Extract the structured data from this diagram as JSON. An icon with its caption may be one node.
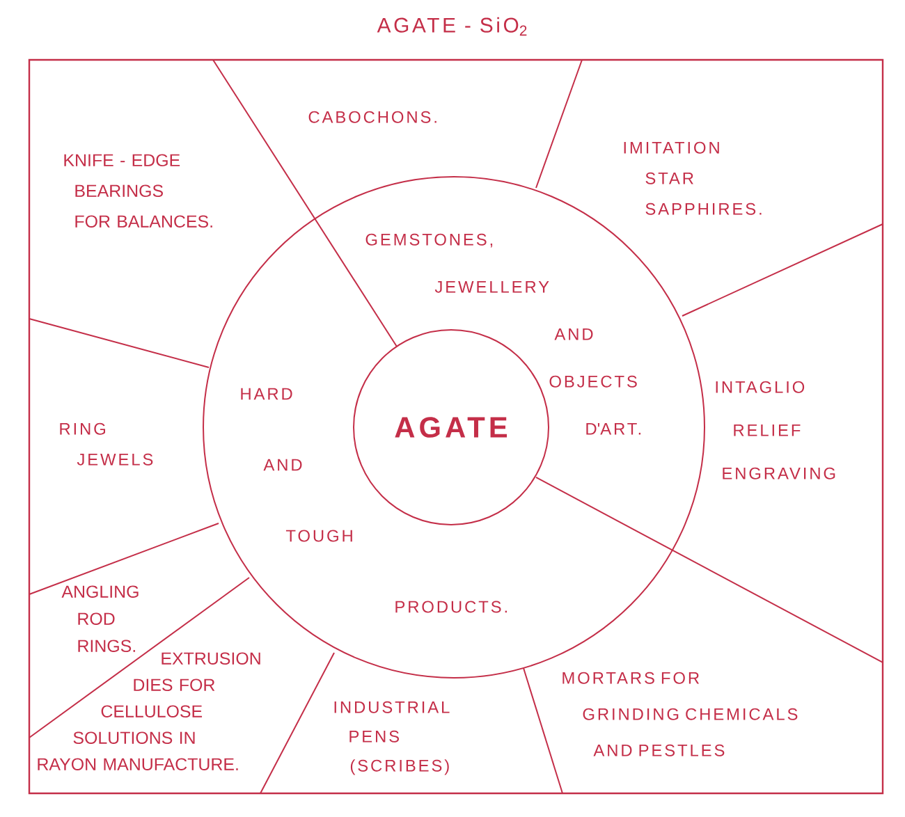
{
  "diagram": {
    "title": "AGATE - SiO$_{2}$",
    "nodes": [
      {
        "text": [
          "AGATE"
        ]
      },
      {
        "text": [
          "GEMSTONES, JEWELLERY AND OBJECTS D'ART."
        ]
      },
      {
        "text": [
          "HARD AND TOUGH PRODUCTS."
        ]
      },
      {
        "text": [
          "CABOCHONS."
        ]
      },
      {
        "text": [
          "KNIFE - EDGE BEARINGS FOR BALANCES."
        ]
      },
      {
        "text": [
          "IMITATION STAR SAPPHIRES."
        ]
      },
      {
        "text": [
          "INTAGLIO RELIEF ENGRAVING"
        ]
      },
      {
        "text": [
          "RING JEWELS"
        ]
      },
      {
        "text": [
          "ANGLING ROD RINGS."
        ]
      },
      {
        "text": [
          "EXTRUSION DIES FOR CELLULOSE SOLUTIONS IN RAYON MANUFACTURE."
        ]
      },
      {
        "text": [
          "INDUSTRIAL PENS (SCRIBES)"
        ]
      },
      {
        "text": [
          "MORTARS FOR GRINDING CHEMICALS AND PESTLES"
        ]
      }
    ]
  }
}
